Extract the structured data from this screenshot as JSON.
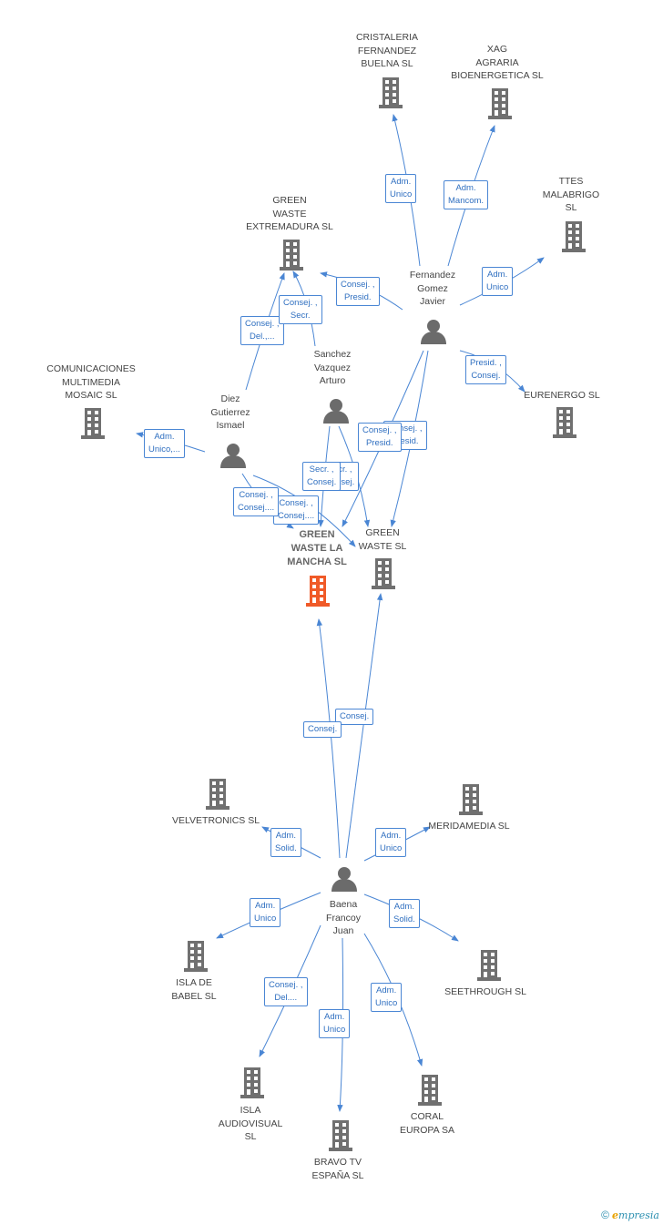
{
  "colors": {
    "edge": "#4a86d4",
    "company": "#707070",
    "main_company": "#f05a28",
    "person": "#6b6b6b"
  },
  "main": {
    "lines": [
      "GREEN",
      "WASTE LA",
      "MANCHA SL"
    ]
  },
  "companies": {
    "cristaleria": [
      "CRISTALERIA",
      "FERNANDEZ",
      "BUELNA SL"
    ],
    "xag": [
      "XAG",
      "AGRARIA",
      "BIOENERGETICA SL"
    ],
    "ttes": [
      "TTES",
      "MALABRIGO",
      "SL"
    ],
    "gwext": [
      "GREEN",
      "WASTE",
      "EXTREMADURA SL"
    ],
    "comunicaciones": [
      "COMUNICACIONES",
      "MULTIMEDIA",
      "MOSAIC SL"
    ],
    "eurenergo": [
      "EURENERGO SL"
    ],
    "gwsl": [
      "GREEN",
      "WASTE SL"
    ],
    "velvetronics": [
      "VELVETRONICS SL"
    ],
    "meridamedia": [
      "MERIDAMEDIA SL"
    ],
    "isladebabel": [
      "ISLA DE",
      "BABEL SL"
    ],
    "seethrough": [
      "SEETHROUGH SL"
    ],
    "islaaudiovisual": [
      "ISLA",
      "AUDIOVISUAL",
      "SL"
    ],
    "coral": [
      "CORAL",
      "EUROPA SA"
    ],
    "bravo": [
      "BRAVO TV",
      "ESPAÑA SL"
    ]
  },
  "persons": {
    "fernandez": [
      "Fernandez",
      "Gomez",
      "Javier"
    ],
    "sanchez": [
      "Sanchez",
      "Vazquez",
      "Arturo"
    ],
    "diez": [
      "Diez",
      "Gutierrez",
      "Ismael"
    ],
    "baena": [
      "Baena",
      "Francoy",
      "Juan"
    ]
  },
  "edge_labels": {
    "fer_cristaleria": [
      "Adm.",
      "Unico"
    ],
    "fer_xag": [
      "Adm.",
      "Mancom."
    ],
    "fer_ttes": [
      "Adm.",
      "Unico"
    ],
    "fer_gwext": [
      "Consej. ,",
      "Presid."
    ],
    "fer_eurenergo": [
      "Presid. ,",
      "Consej."
    ],
    "fer_gwsl": [
      "Consej. ,",
      "Presid."
    ],
    "fer_main": [
      "Consej. ,",
      "Presid."
    ],
    "san_gwext": [
      "Consej. ,",
      "Secr."
    ],
    "san_main": [
      "Secr. ,",
      "Consej."
    ],
    "san_gwsl": [
      "Secr. ,",
      "Consej."
    ],
    "diez_gwext": [
      "Consej. ,",
      "Del.,..."
    ],
    "diez_comunic": [
      "Adm.",
      "Unico,..."
    ],
    "diez_main": [
      "Consej. ,",
      "Consej...."
    ],
    "diez_gwsl": [
      "Consej. ,",
      "Consej...."
    ],
    "baena_main": [
      "Consej."
    ],
    "baena_gwsl": [
      "Consej."
    ],
    "baena_velvet": [
      "Adm.",
      "Solid."
    ],
    "baena_merida": [
      "Adm.",
      "Unico"
    ],
    "baena_babel": [
      "Adm.",
      "Unico"
    ],
    "baena_seethrough": [
      "Adm.",
      "Solid."
    ],
    "baena_audiovisual": [
      "Consej. ,",
      "Del...."
    ],
    "baena_bravo": [
      "Adm.",
      "Unico"
    ],
    "baena_coral": [
      "Adm.",
      "Unico"
    ]
  },
  "footer": {
    "copyright": "©",
    "brand_initial": "e",
    "brand_rest": "mpresia"
  }
}
